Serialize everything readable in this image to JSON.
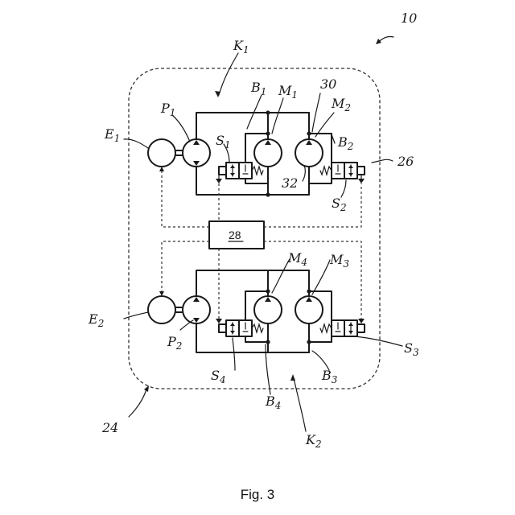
{
  "figure": {
    "caption": "Fig. 3",
    "ref_system": "10",
    "ref_housing": "24",
    "ref_side": "26",
    "ref_controller": "28",
    "ref_line": "30",
    "ref_line2": "32"
  },
  "labels": {
    "K1": "K",
    "K1_sub": "1",
    "K2": "K",
    "K2_sub": "2",
    "E1": "E",
    "E1_sub": "1",
    "E2": "E",
    "E2_sub": "2",
    "P1": "P",
    "P1_sub": "1",
    "P2": "P",
    "P2_sub": "2",
    "B1": "B",
    "B1_sub": "1",
    "B2": "B",
    "B2_sub": "2",
    "B3": "B",
    "B3_sub": "3",
    "B4": "B",
    "B4_sub": "4",
    "M1": "M",
    "M1_sub": "1",
    "M2": "M",
    "M2_sub": "2",
    "M3": "M",
    "M3_sub": "3",
    "M4": "M",
    "M4_sub": "4",
    "S1": "S",
    "S1_sub": "1",
    "S2": "S",
    "S2_sub": "2",
    "S3": "S",
    "S3_sub": "3",
    "S4": "S",
    "S4_sub": "4"
  }
}
